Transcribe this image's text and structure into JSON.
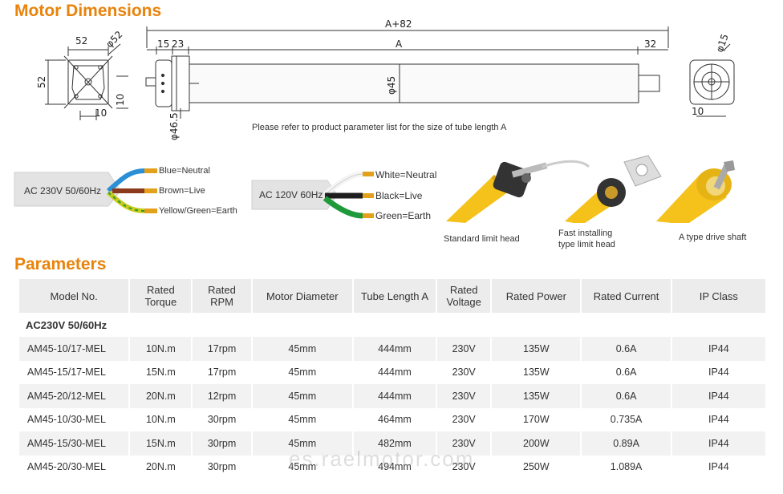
{
  "headings": {
    "dimensions": "Motor Dimensions",
    "parameters": "Parameters"
  },
  "dimensions": {
    "front_left": {
      "width": "52",
      "height": "52",
      "diameter": "φ52",
      "bottom": "10",
      "side": "10"
    },
    "tube": {
      "overall": "A+82",
      "length": "A",
      "head_a": "15",
      "head_b": "23",
      "tail": "32",
      "diameter": "φ45",
      "head_diameter": "φ46.5"
    },
    "front_right": {
      "diameter": "φ15",
      "bottom": "10"
    },
    "note": "Please refer to product parameter list for the size of  tube length A"
  },
  "wiring": {
    "ac230": {
      "label": "AC 230V 50/60Hz",
      "wires": [
        "Blue=Neutral",
        "Brown=Live",
        "Yellow/Green=Earth"
      ],
      "colors": [
        "#2b8fd6",
        "#8b3a1c",
        "#c8cc1a"
      ]
    },
    "ac120": {
      "label": "AC 120V 60Hz",
      "wires": [
        "White=Neutral",
        "Black=Live",
        "Green=Earth"
      ],
      "colors": [
        "#f4f4f4",
        "#1e1e1e",
        "#1f9a3a"
      ]
    }
  },
  "captions": {
    "standard": "Standard limit head",
    "fast_line1": "Fast installing",
    "fast_line2": "type limit head",
    "drive": "A type drive shaft"
  },
  "table": {
    "headers": [
      "Model No.",
      "Rated Torque",
      "Rated RPM",
      "Motor Diameter",
      "Tube Length A",
      "Rated Voltage",
      "Rated Power",
      "Rated Current",
      "IP Class"
    ],
    "group": "AC230V 50/60Hz",
    "rows": [
      [
        "AM45-10/17-MEL",
        "10N.m",
        "17rpm",
        "45mm",
        "444mm",
        "230V",
        "135W",
        "0.6A",
        "IP44"
      ],
      [
        "AM45-15/17-MEL",
        "15N.m",
        "17rpm",
        "45mm",
        "444mm",
        "230V",
        "135W",
        "0.6A",
        "IP44"
      ],
      [
        "AM45-20/12-MEL",
        "20N.m",
        "12rpm",
        "45mm",
        "444mm",
        "230V",
        "135W",
        "0.6A",
        "IP44"
      ],
      [
        "AM45-10/30-MEL",
        "10N.m",
        "30rpm",
        "45mm",
        "464mm",
        "230V",
        "170W",
        "0.735A",
        "IP44"
      ],
      [
        "AM45-15/30-MEL",
        "15N.m",
        "30rpm",
        "45mm",
        "482mm",
        "230V",
        "200W",
        "0.89A",
        "IP44"
      ],
      [
        "AM45-20/30-MEL",
        "20N.m",
        "30rpm",
        "45mm",
        "494mm",
        "230V",
        "250W",
        "1.089A",
        "IP44"
      ]
    ]
  },
  "accent_color": "#e8830c",
  "watermark": "es.raelmotor.com"
}
